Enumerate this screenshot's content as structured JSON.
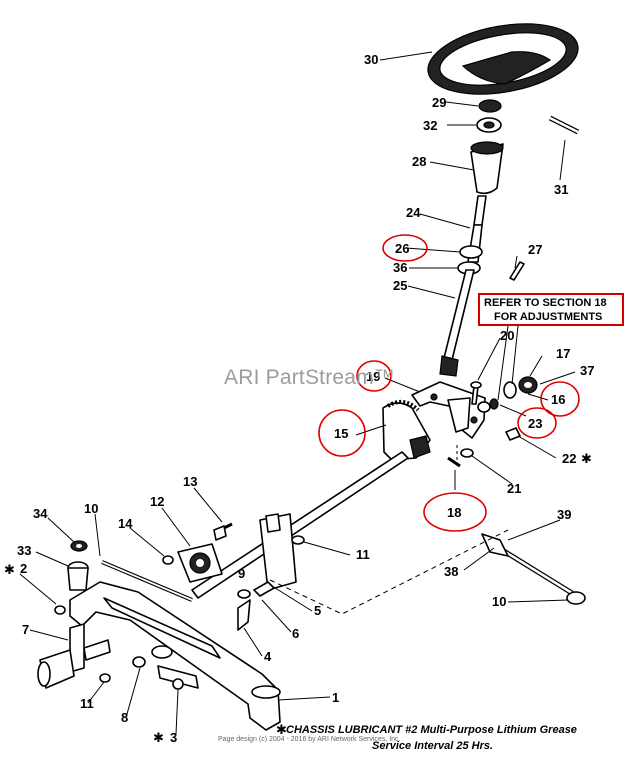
{
  "watermark": "ARI PartStream™",
  "note": {
    "line1": "REFER TO SECTION 18",
    "line2": "FOR ADJUSTMENTS"
  },
  "lubricant": {
    "line1": "CHASSIS LUBRICANT #2 Multi-Purpose Lithium Grease",
    "line2": "Service Interval 25 Hrs."
  },
  "footer": "Page design (c) 2004 - 2016 by ARI Network Services, Inc.",
  "callouts": {
    "p30": "30",
    "p29": "29",
    "p32": "32",
    "p28": "28",
    "p31": "31",
    "p24": "24",
    "p26": "26",
    "p27": "27",
    "p36": "36",
    "p25": "25",
    "p20": "20",
    "p17": "17",
    "p37": "37",
    "p19": "19",
    "p16": "16",
    "p23": "23",
    "p15": "15",
    "p22": "22",
    "p21": "21",
    "p18": "18",
    "p13": "13",
    "p10a": "10",
    "p12": "12",
    "p34": "34",
    "p14": "14",
    "p11a": "11",
    "p39": "39",
    "p33": "33",
    "p2": "2",
    "p5": "5",
    "p38": "38",
    "p10b": "10",
    "p9": "9",
    "p6": "6",
    "p7": "7",
    "p4": "4",
    "p11b": "11",
    "p8": "8",
    "p1": "1",
    "p3": "3"
  },
  "colors": {
    "highlight": "#e00000",
    "watermark": "#9c9c9c",
    "line": "#000000"
  }
}
